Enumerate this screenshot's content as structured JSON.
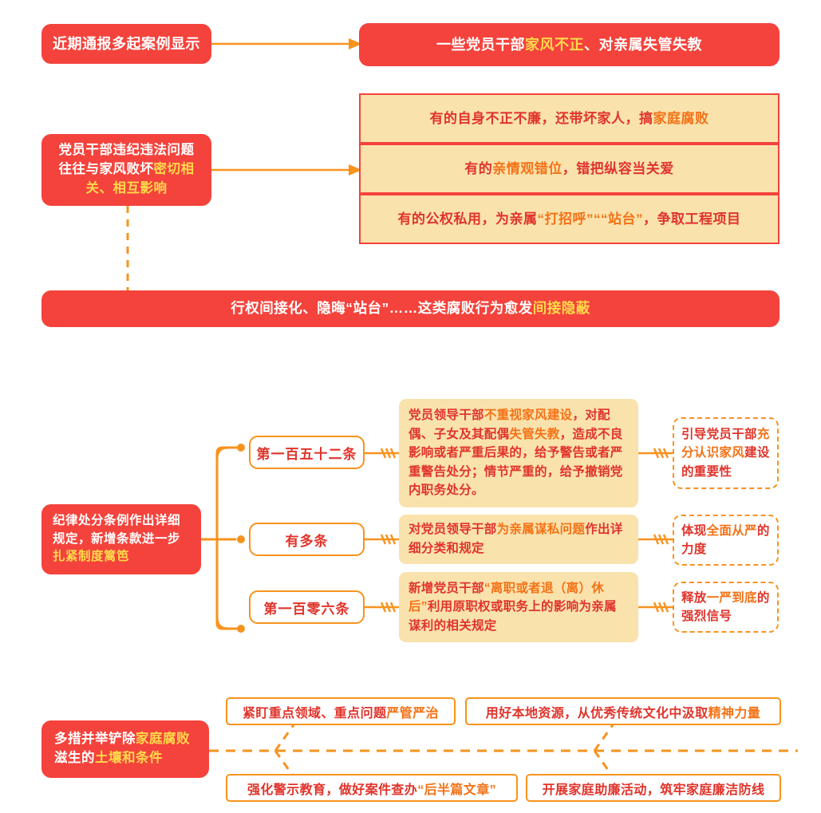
{
  "theme": {
    "red": "#F4433C",
    "orange": "#F7931E",
    "deep_orange": "#F47216",
    "cream": "#FAE2AD",
    "yellow_highlight": "#FFD94A",
    "text_red": "#E0342B",
    "background": "#FFFFFF"
  },
  "section1": {
    "source_box": {
      "text": "近期通报多起案例显示"
    },
    "arrow": {
      "name": "arrow-right-solid"
    },
    "result_box": {
      "prefix": "一些党员干部",
      "highlight": "家风不正",
      "suffix": "、对亲属失管失教"
    }
  },
  "section2": {
    "source_box": {
      "line1": "党员干部违纪违法问题",
      "line2_prefix": "往往与家风败坏",
      "line2_highlight": "密切相",
      "line3_highlight": "关、相互影响"
    },
    "arrow": {
      "name": "arrow-right-solid"
    },
    "rows": [
      {
        "prefix": "有的自身不正不廉，还带坏家人，搞",
        "highlight": "家庭腐败",
        "suffix": ""
      },
      {
        "prefix": "有的",
        "highlight": "亲情观错位",
        "suffix": "，错把纵容当关爱"
      },
      {
        "prefix": "有的公权私用，为亲属",
        "highlight": "“打招呼”““站台”",
        "suffix": "，争取工程项目"
      }
    ],
    "banner": {
      "prefix": "行权间接化、隐晦“站台”……这类腐败行为愈发",
      "highlight": "间接隐蔽"
    },
    "dashed_connector": {
      "name": "dashed-vertical-connector"
    }
  },
  "section3": {
    "source_box": {
      "line1": "纪律处分条例作出详细",
      "line2": "规定，新增条款进一步",
      "line3_highlight": "扎紧制度篱笆"
    },
    "branches": [
      {
        "pill": "第一百五十二条",
        "arrow": "arrow-fletched-left",
        "detail": {
          "p1": "党员领导干部",
          "h1": "不重视家风建设",
          "p2": "，对配偶、子女及其配偶",
          "h2": "失管失教",
          "p3": "，造成不良影响或者严重后果的，给予警告或者严重警告处分；情节严重的，给予撤销党内职务处分。"
        },
        "outcome": {
          "p1": "引导党员干部",
          "h1": "充分认识家风",
          "p2": "建设的重要性",
          "h2": ""
        }
      },
      {
        "pill": "有多条",
        "arrow": "arrow-fletched-left",
        "detail": {
          "p1": "对党员领导干部",
          "h1": "为亲属谋私问题",
          "p2": "作出详细分类和规定",
          "h2": "",
          "p3": ""
        },
        "outcome": {
          "p1": "体现",
          "h1": "全面从严",
          "p2": "的力度",
          "h2": ""
        }
      },
      {
        "pill": "第一百零六条",
        "arrow": "arrow-fletched-left",
        "detail": {
          "p1": "新增党员干部",
          "h1": "“离职或者退（离）休后”",
          "p2": "利用原职权或职务上的影响为亲属谋利的相关规定",
          "h2": "",
          "p3": ""
        },
        "outcome": {
          "p1": "释放",
          "h1": "一严到底",
          "p2": "的强烈信号",
          "h2": ""
        }
      }
    ]
  },
  "section4": {
    "source_box": {
      "line1_prefix": "多措并举铲除",
      "line1_highlight": "家庭腐败",
      "line2_prefix": "滋生的",
      "line2_highlight": "土壤和条件"
    },
    "measures": [
      {
        "prefix": "紧盯重点领域、重点问题",
        "highlight": "严管严治",
        "suffix": ""
      },
      {
        "prefix": "用好本地资源，从优秀传统文化中汲取",
        "highlight": "精神力量",
        "suffix": ""
      },
      {
        "prefix": "强化警示教育，做好案件查办",
        "highlight": "“后半篇文章”",
        "suffix": ""
      },
      {
        "prefix": "开展家庭助廉活动，筑牢家庭廉洁防线",
        "highlight": "",
        "suffix": ""
      }
    ],
    "dashed_connector": {
      "name": "dashed-branching-connector"
    }
  }
}
